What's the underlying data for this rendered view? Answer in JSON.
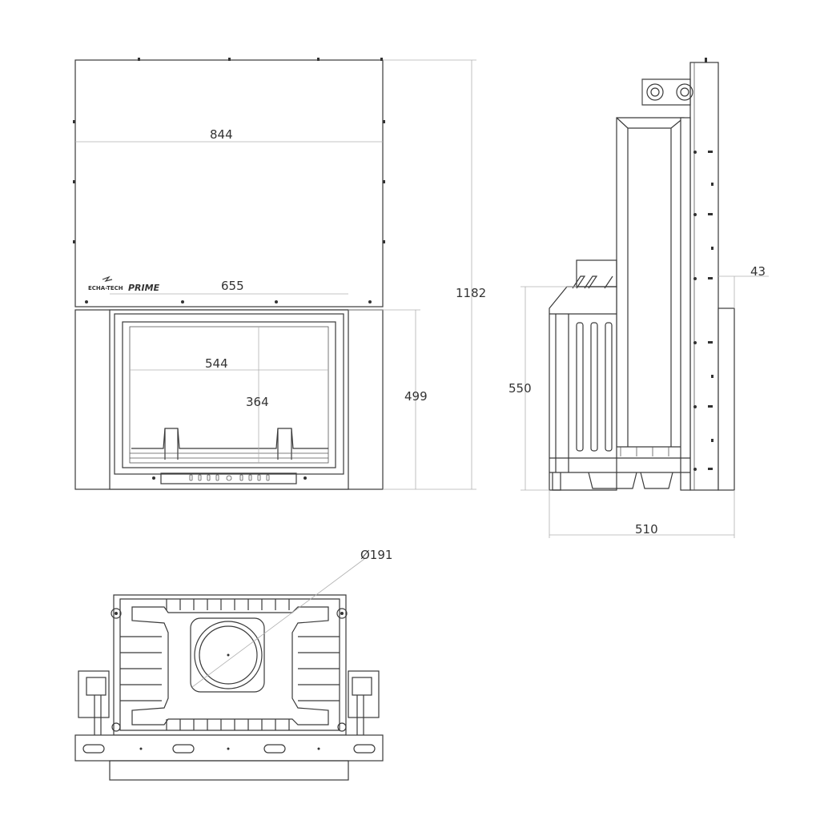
{
  "dimensions": {
    "front_width": "844",
    "front_opening": "655",
    "glass_width": "544",
    "glass_height": "364",
    "opening_height": "499",
    "total_height": "1182",
    "side_height": "550",
    "side_depth": "510",
    "offset": "43",
    "flue_diameter": "Ø191"
  },
  "logo": {
    "brand": "ECHA-TECH",
    "model": "PRIME"
  }
}
